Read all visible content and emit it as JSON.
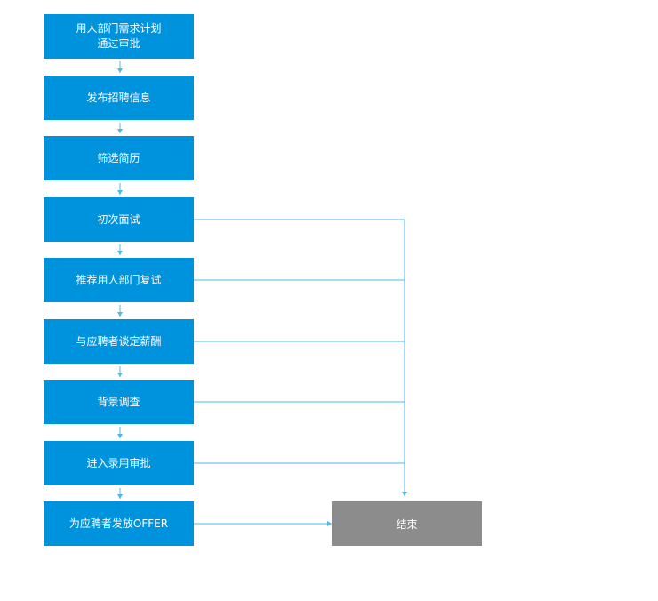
{
  "flow": {
    "steps": [
      {
        "label": "用人部门需求计划\n通过审批",
        "to_end": false
      },
      {
        "label": "发布招聘信息",
        "to_end": false
      },
      {
        "label": "筛选简历",
        "to_end": false
      },
      {
        "label": "初次面试",
        "to_end": true
      },
      {
        "label": "推荐用人部门复试",
        "to_end": true
      },
      {
        "label": "与应聘者谈定薪酬",
        "to_end": true
      },
      {
        "label": "背景调查",
        "to_end": true
      },
      {
        "label": "进入录用审批",
        "to_end": true
      },
      {
        "label": "为应聘者发放OFFER",
        "to_end": true
      }
    ],
    "end_label": "结束"
  },
  "colors": {
    "step_fill": "#0093dd",
    "end_fill": "#8c8c8c",
    "connector": "#4db8ea",
    "text": "#ffffff"
  }
}
